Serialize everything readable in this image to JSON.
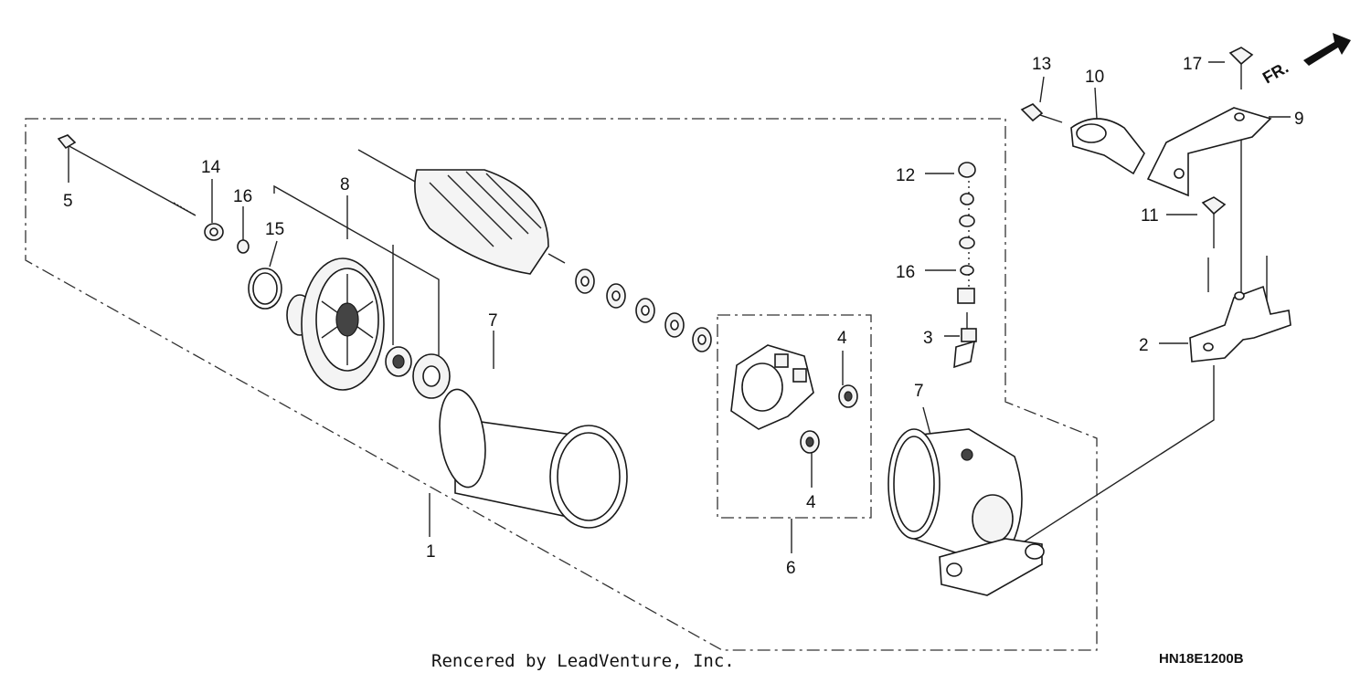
{
  "diagram": {
    "callouts": {
      "c1": "1",
      "c2": "2",
      "c3": "3",
      "c4a": "4",
      "c4b": "4",
      "c5": "5",
      "c6": "6",
      "c7a": "7",
      "c7b": "7",
      "c8": "8",
      "c9": "9",
      "c10": "10",
      "c11": "11",
      "c12": "12",
      "c13": "13",
      "c14": "14",
      "c15": "15",
      "c16a": "16",
      "c16b": "16",
      "c17": "17"
    },
    "direction_label": "FR.",
    "diagram_code": "HN18E1200B",
    "credit": "Rencered by LeadVenture, Inc."
  }
}
